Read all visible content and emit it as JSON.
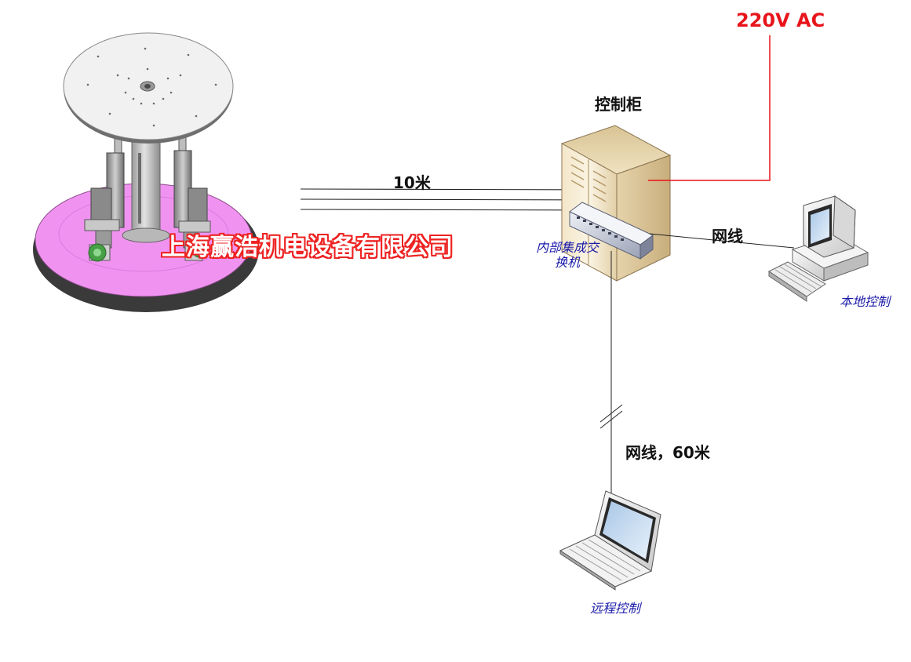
{
  "diagram": {
    "labels": {
      "power": "220V AC",
      "cabinet": "控制柜",
      "cable_length": "10米",
      "network_cable": "网线",
      "switch": "内部集成交\n换机",
      "local_control": "本地控制",
      "remote_cable": "网线，60米",
      "remote_control": "远程控制",
      "watermark": "上海赢浩机电设备有限公司"
    },
    "colors": {
      "power": "#e8141b",
      "power_line": "#e8141b",
      "blue_label": "#1a1aa8",
      "cable": "#222222",
      "platform_base": "#f093f0",
      "watermark": "#ee2222"
    },
    "icons": {
      "motion_platform": "motion-platform-icon",
      "cabinet": "server-cabinet-icon",
      "switch": "network-switch-icon",
      "desktop": "desktop-computer-icon",
      "laptop": "laptop-computer-icon"
    }
  }
}
